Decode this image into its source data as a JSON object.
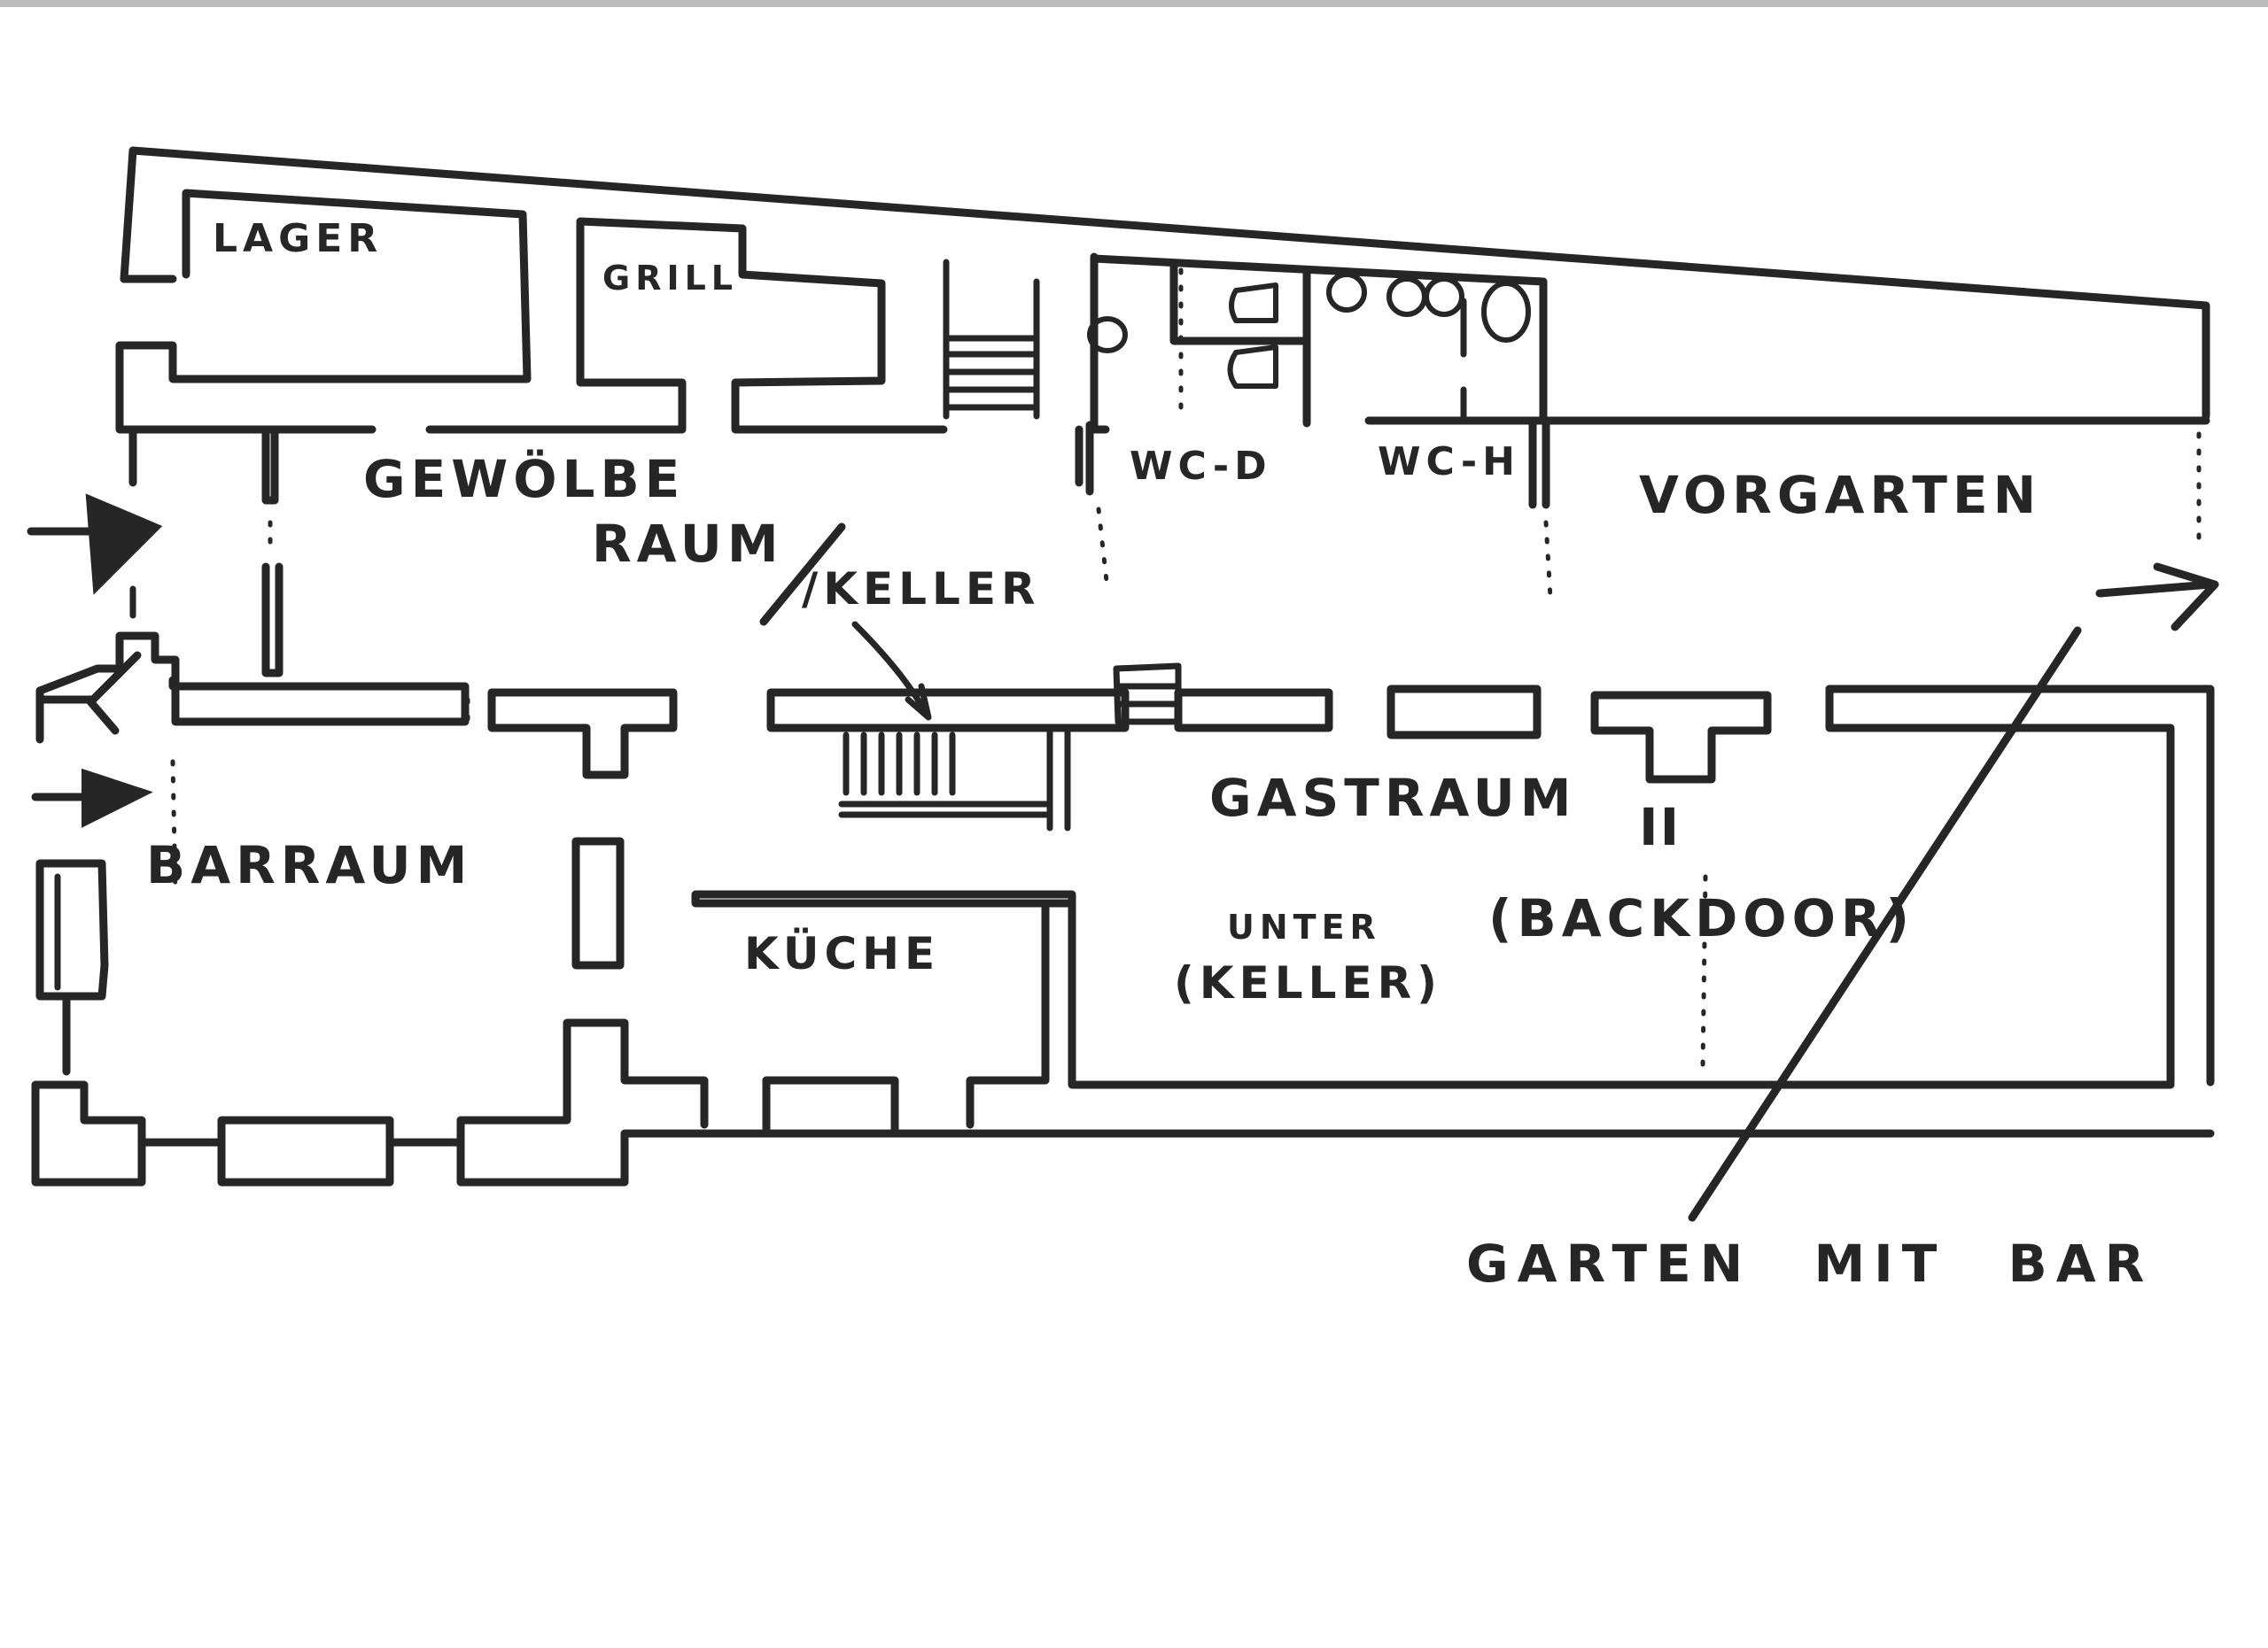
{
  "diagram": {
    "rooms": {
      "lager": "LAGER",
      "grill": "GRILL",
      "gewoelbe": "GEWÖLBE",
      "raum": "RAUM",
      "keller_slash": "/KELLER",
      "wc_d": "WC-D",
      "wc_h": "WC-H",
      "vorgarten": "VORGARTEN",
      "barraum": "BARRAUM",
      "kueche": "KÜCHE",
      "gastraum": "GASTRAUM",
      "gastraum_num": "II",
      "unter": "UNTER",
      "keller_paren": "(KELLER)",
      "backdoor": "(BACKDOOR)",
      "garten": "GARTEN MIT BAR"
    }
  }
}
